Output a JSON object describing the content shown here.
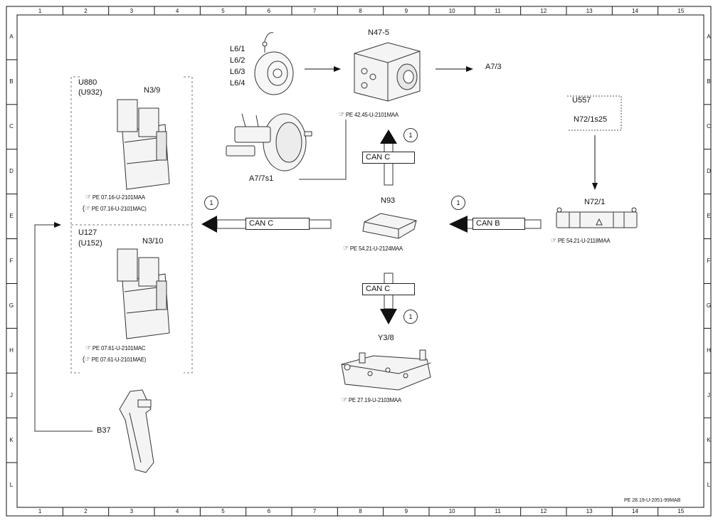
{
  "ruler": {
    "columns": [
      "1",
      "2",
      "3",
      "4",
      "5",
      "6",
      "7",
      "8",
      "9",
      "10",
      "11",
      "12",
      "13",
      "14",
      "15"
    ],
    "rows": [
      "A",
      "B",
      "C",
      "D",
      "E",
      "F",
      "G",
      "H",
      "J",
      "K",
      "L"
    ]
  },
  "components": {
    "u880": "U880",
    "u932": "(U932)",
    "n3_9": "N3/9",
    "n3_9_ref1": "PE 07.16-U-2101MAA",
    "n3_9_ref2": "PE 07.16-U-2101MAC)",
    "u127": "U127",
    "u152": "(U152)",
    "n3_10": "N3/10",
    "n3_10_ref1": "PE 07.61-U-2101MAC",
    "n3_10_ref2": "PE 07.61-U-2101MAE)",
    "b37": "B37",
    "l6_1": "L6/1",
    "l6_2": "L6/2",
    "l6_3": "L6/3",
    "l6_4": "L6/4",
    "a7_7s1": "A7/7s1",
    "n47_5": "N47-5",
    "n47_5_ref": "PE 42.45-U-2101MAA",
    "a7_3": "A7/3",
    "u557": "U557",
    "n72_1s25": "N72/1s25",
    "n72_1": "N72/1",
    "n72_1_ref": "PE 54.21-U-2118MAA",
    "n93": "N93",
    "n93_ref": "PE 54.21-U-2124MAA",
    "y3_8": "Y3/8",
    "y3_8_ref": "PE 27.19-U-2103MAA"
  },
  "buses": {
    "can_c_up": "CAN C",
    "can_c_left": "CAN C",
    "can_b": "CAN B",
    "can_c_down": "CAN C"
  },
  "callouts": {
    "up": "1",
    "left": "1",
    "right": "1",
    "down": "1"
  },
  "icons": {
    "reference": "pointing-hand-icon"
  },
  "footer": "PE 28.19-U-2051-99MAB"
}
